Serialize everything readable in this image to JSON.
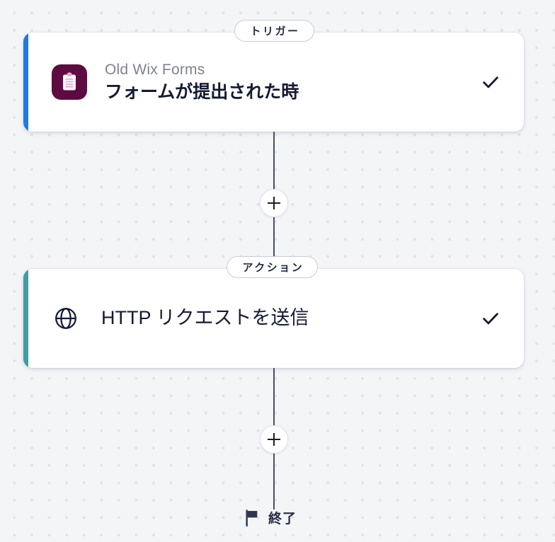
{
  "canvas": {
    "background_color": "#f4f5f7",
    "dot_color": "#e2e3e6"
  },
  "nodes": [
    {
      "id": "trigger",
      "pill_label": "トリガー",
      "accent_color": "#1b7ce8",
      "app_name": "Old Wix Forms",
      "title": "フォームが提出された時",
      "icon": "clipboard-form-icon",
      "icon_bg": "#5d0b40",
      "status_icon": "check-icon",
      "valid": true
    },
    {
      "id": "action",
      "pill_label": "アクション",
      "accent_color": "#3aa0a2",
      "app_name": "",
      "title": "HTTP リクエストを送信",
      "icon": "globe-icon",
      "icon_bg": "",
      "status_icon": "check-icon",
      "valid": true
    }
  ],
  "add_buttons": [
    {
      "id": "add-step-1",
      "label": "+"
    },
    {
      "id": "add-step-2",
      "label": "+"
    }
  ],
  "end_marker": {
    "icon": "flag-icon",
    "label": "終了"
  }
}
